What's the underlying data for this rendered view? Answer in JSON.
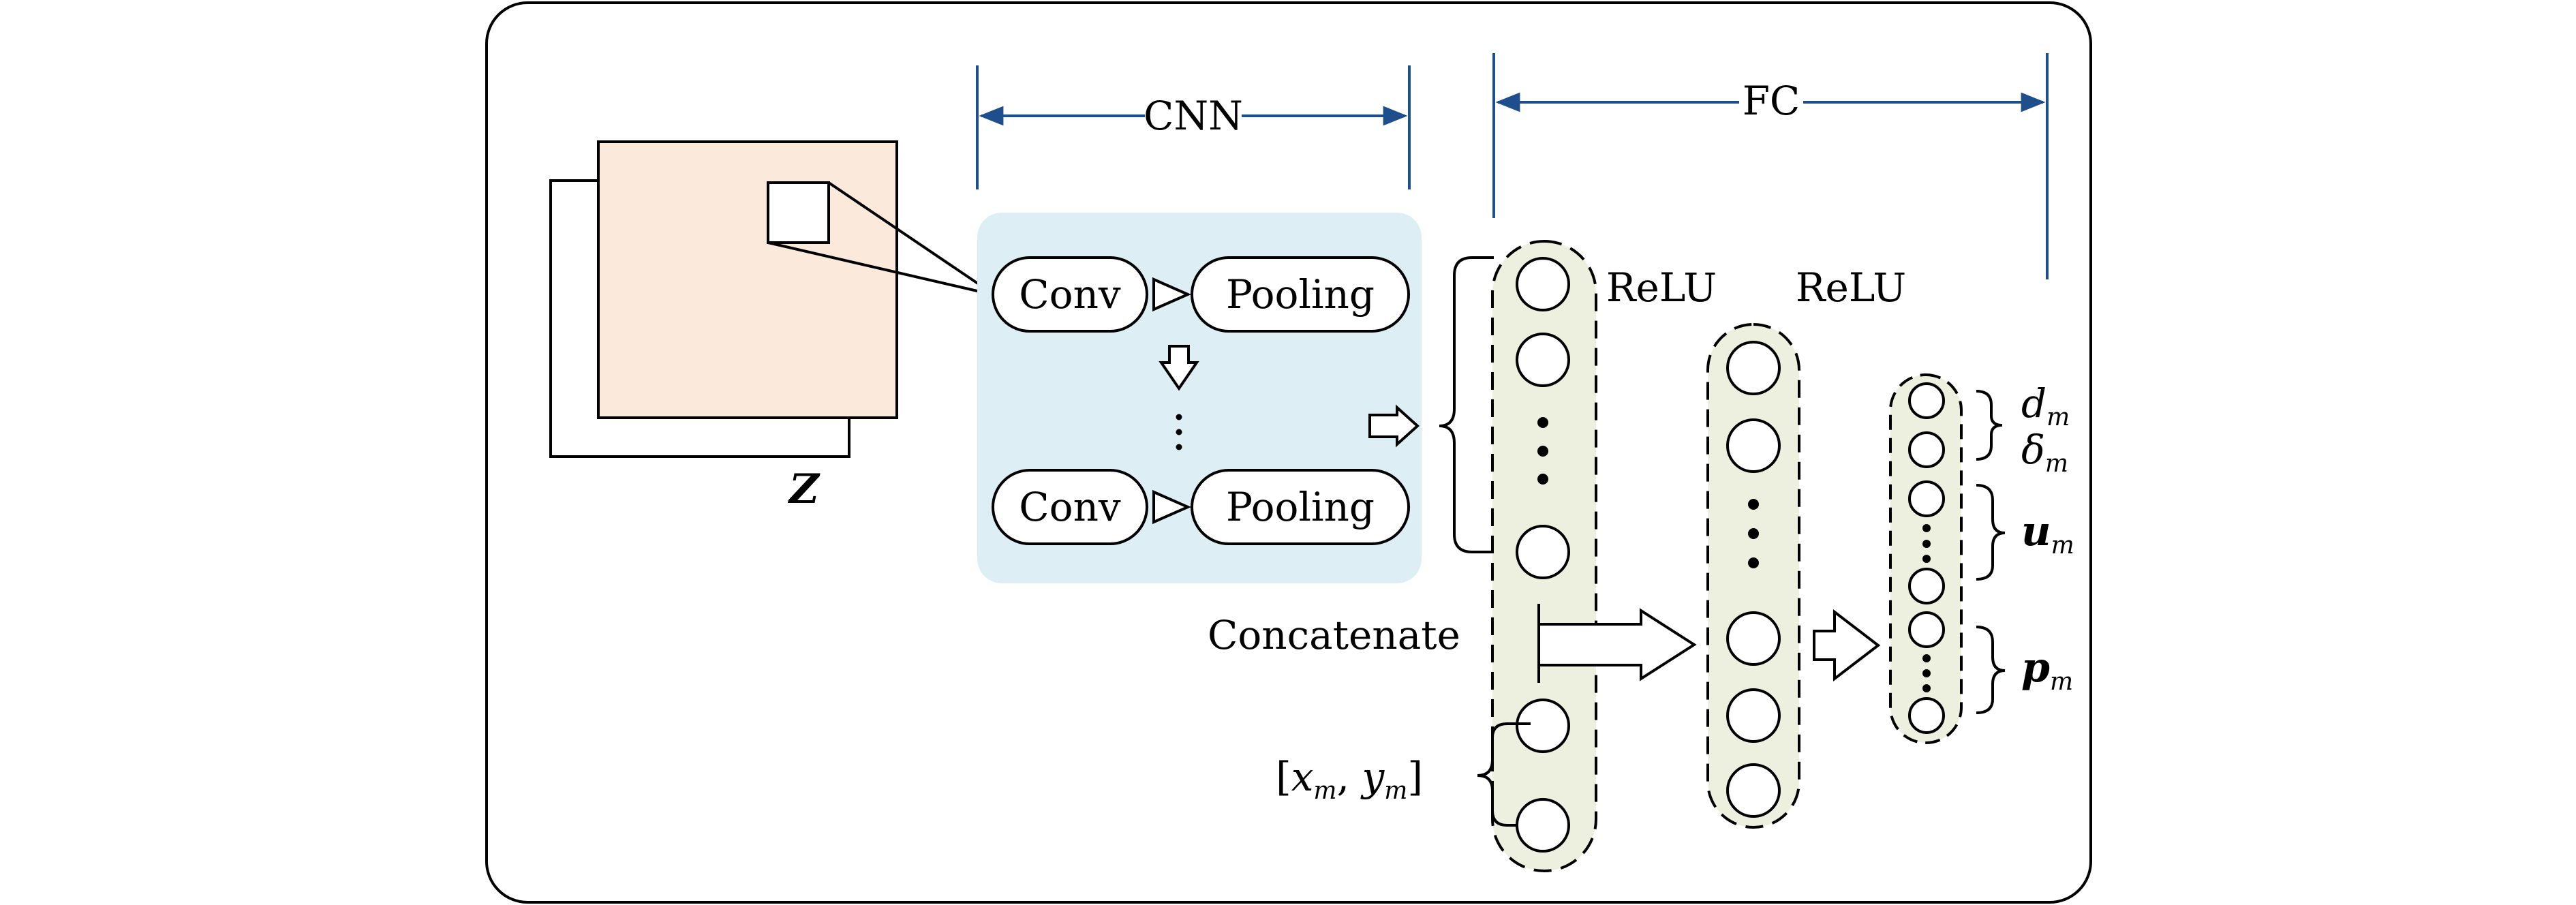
{
  "colors": {
    "frame": "#000000",
    "input_map_fill": "#fbe9dc",
    "cnn_block_fill": "#ddeef4",
    "layer_fill": "#eef0df",
    "bracket_blue": "#1f4e8c"
  },
  "input": {
    "label": "Z"
  },
  "cnn": {
    "bracket_label": "CNN",
    "row1": {
      "conv": "Conv",
      "pool": "Pooling"
    },
    "row2": {
      "conv": "Conv",
      "pool": "Pooling"
    },
    "ellipsis": "⋮"
  },
  "fc": {
    "bracket_label": "FC"
  },
  "layers": {
    "concat_label": "Concatenate",
    "act1": "ReLU",
    "act2": "ReLU",
    "coord_label": {
      "open": "[",
      "x": "x",
      "x_sub": "m",
      "sep": ", ",
      "y": "y",
      "y_sub": "m",
      "close": "]"
    }
  },
  "outputs": {
    "d": {
      "base": "d",
      "sub": "m"
    },
    "delta": {
      "base": "δ",
      "sub": "m"
    },
    "u": {
      "base": "u",
      "sub": "m"
    },
    "p": {
      "base": "p",
      "sub": "m"
    }
  },
  "icons": [
    "arrow-right-icon",
    "arrow-down-icon",
    "triangle-arrow-icon",
    "brace-icon"
  ]
}
